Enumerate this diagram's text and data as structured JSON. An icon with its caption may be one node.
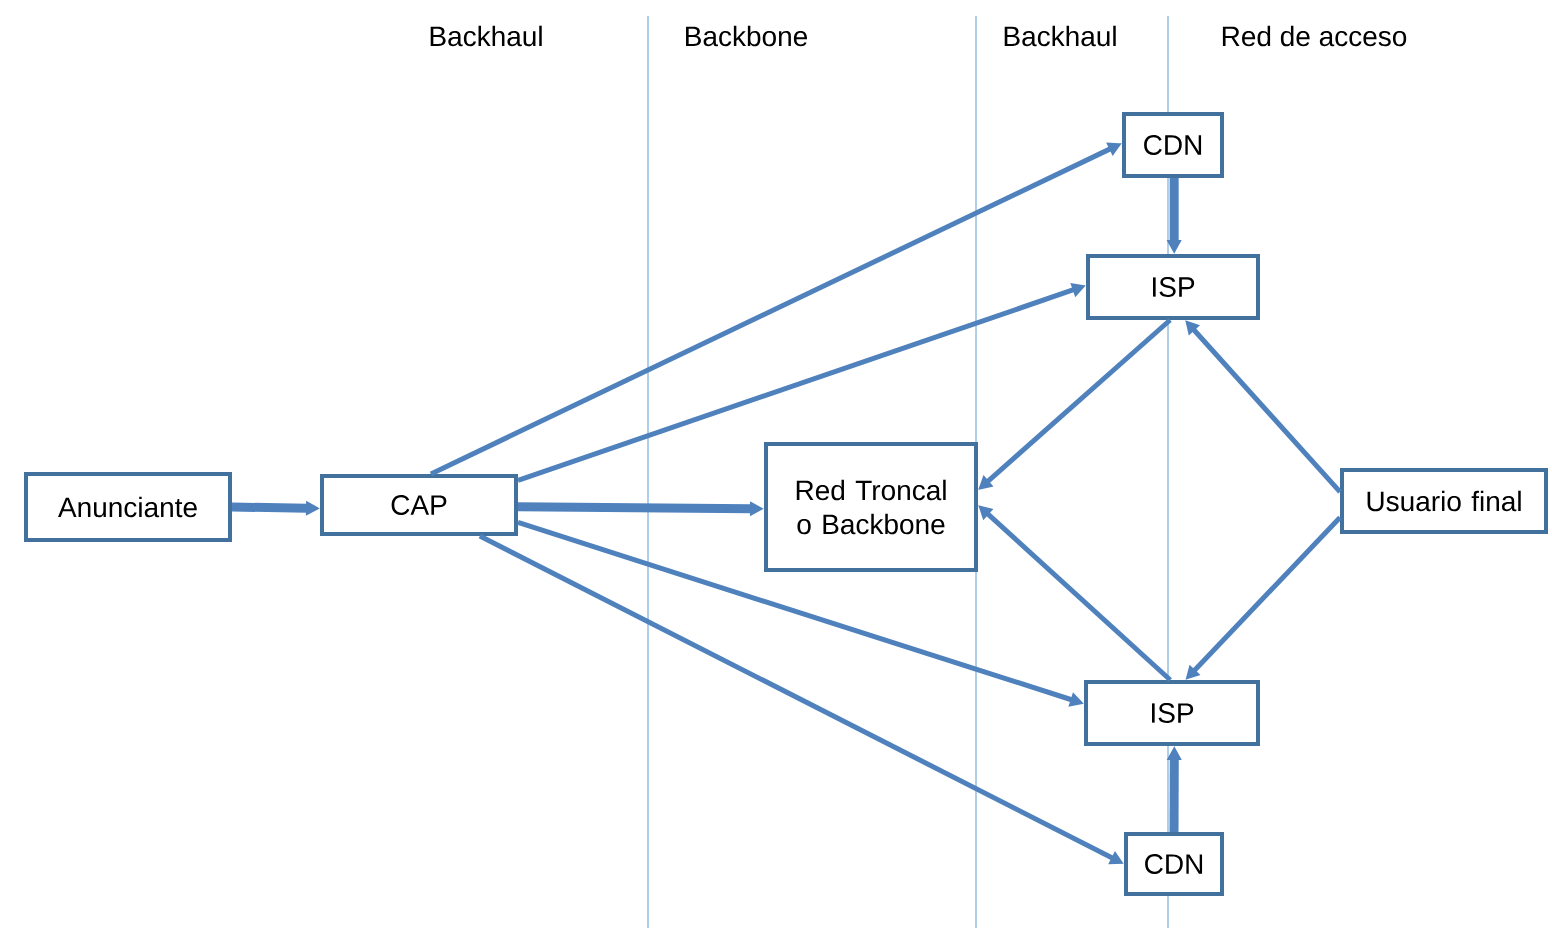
{
  "diagram": {
    "nodes": [
      {
        "text": [
          "Anunciante"
        ]
      },
      {
        "text": [
          "CAP"
        ]
      },
      {
        "text": [
          "CDN"
        ]
      },
      {
        "text": [
          "ISP"
        ]
      },
      {
        "text": [
          "Red Troncal o Backbone"
        ]
      },
      {
        "text": [
          "Usuario final"
        ]
      },
      {
        "text": [
          "ISP"
        ]
      },
      {
        "text": [
          "CDN"
        ]
      }
    ],
    "edges": [
      {
        "from": 0,
        "to": 1,
        "arrow": "to",
        "style": "thick"
      },
      {
        "from": 1,
        "to": 2,
        "arrow": "to"
      },
      {
        "from": 1,
        "to": 3,
        "arrow": "to"
      },
      {
        "from": 1,
        "to": 4,
        "arrow": "to",
        "style": "thick"
      },
      {
        "from": 1,
        "to": 6,
        "arrow": "to"
      },
      {
        "from": 1,
        "to": 7,
        "arrow": "to"
      },
      {
        "from": 2,
        "to": 3,
        "arrow": "to",
        "style": "thick"
      },
      {
        "from": 3,
        "to": 4,
        "arrow": "to"
      },
      {
        "from": 6,
        "to": 4,
        "arrow": "to"
      },
      {
        "from": 5,
        "to": 3,
        "arrow": "to"
      },
      {
        "from": 5,
        "to": 6,
        "arrow": "to"
      },
      {
        "from": 7,
        "to": 6,
        "arrow": "to",
        "style": "thick"
      }
    ],
    "labels": [
      "Backhaul",
      "Backbone",
      "Backhaul",
      "Red de acceso"
    ]
  }
}
